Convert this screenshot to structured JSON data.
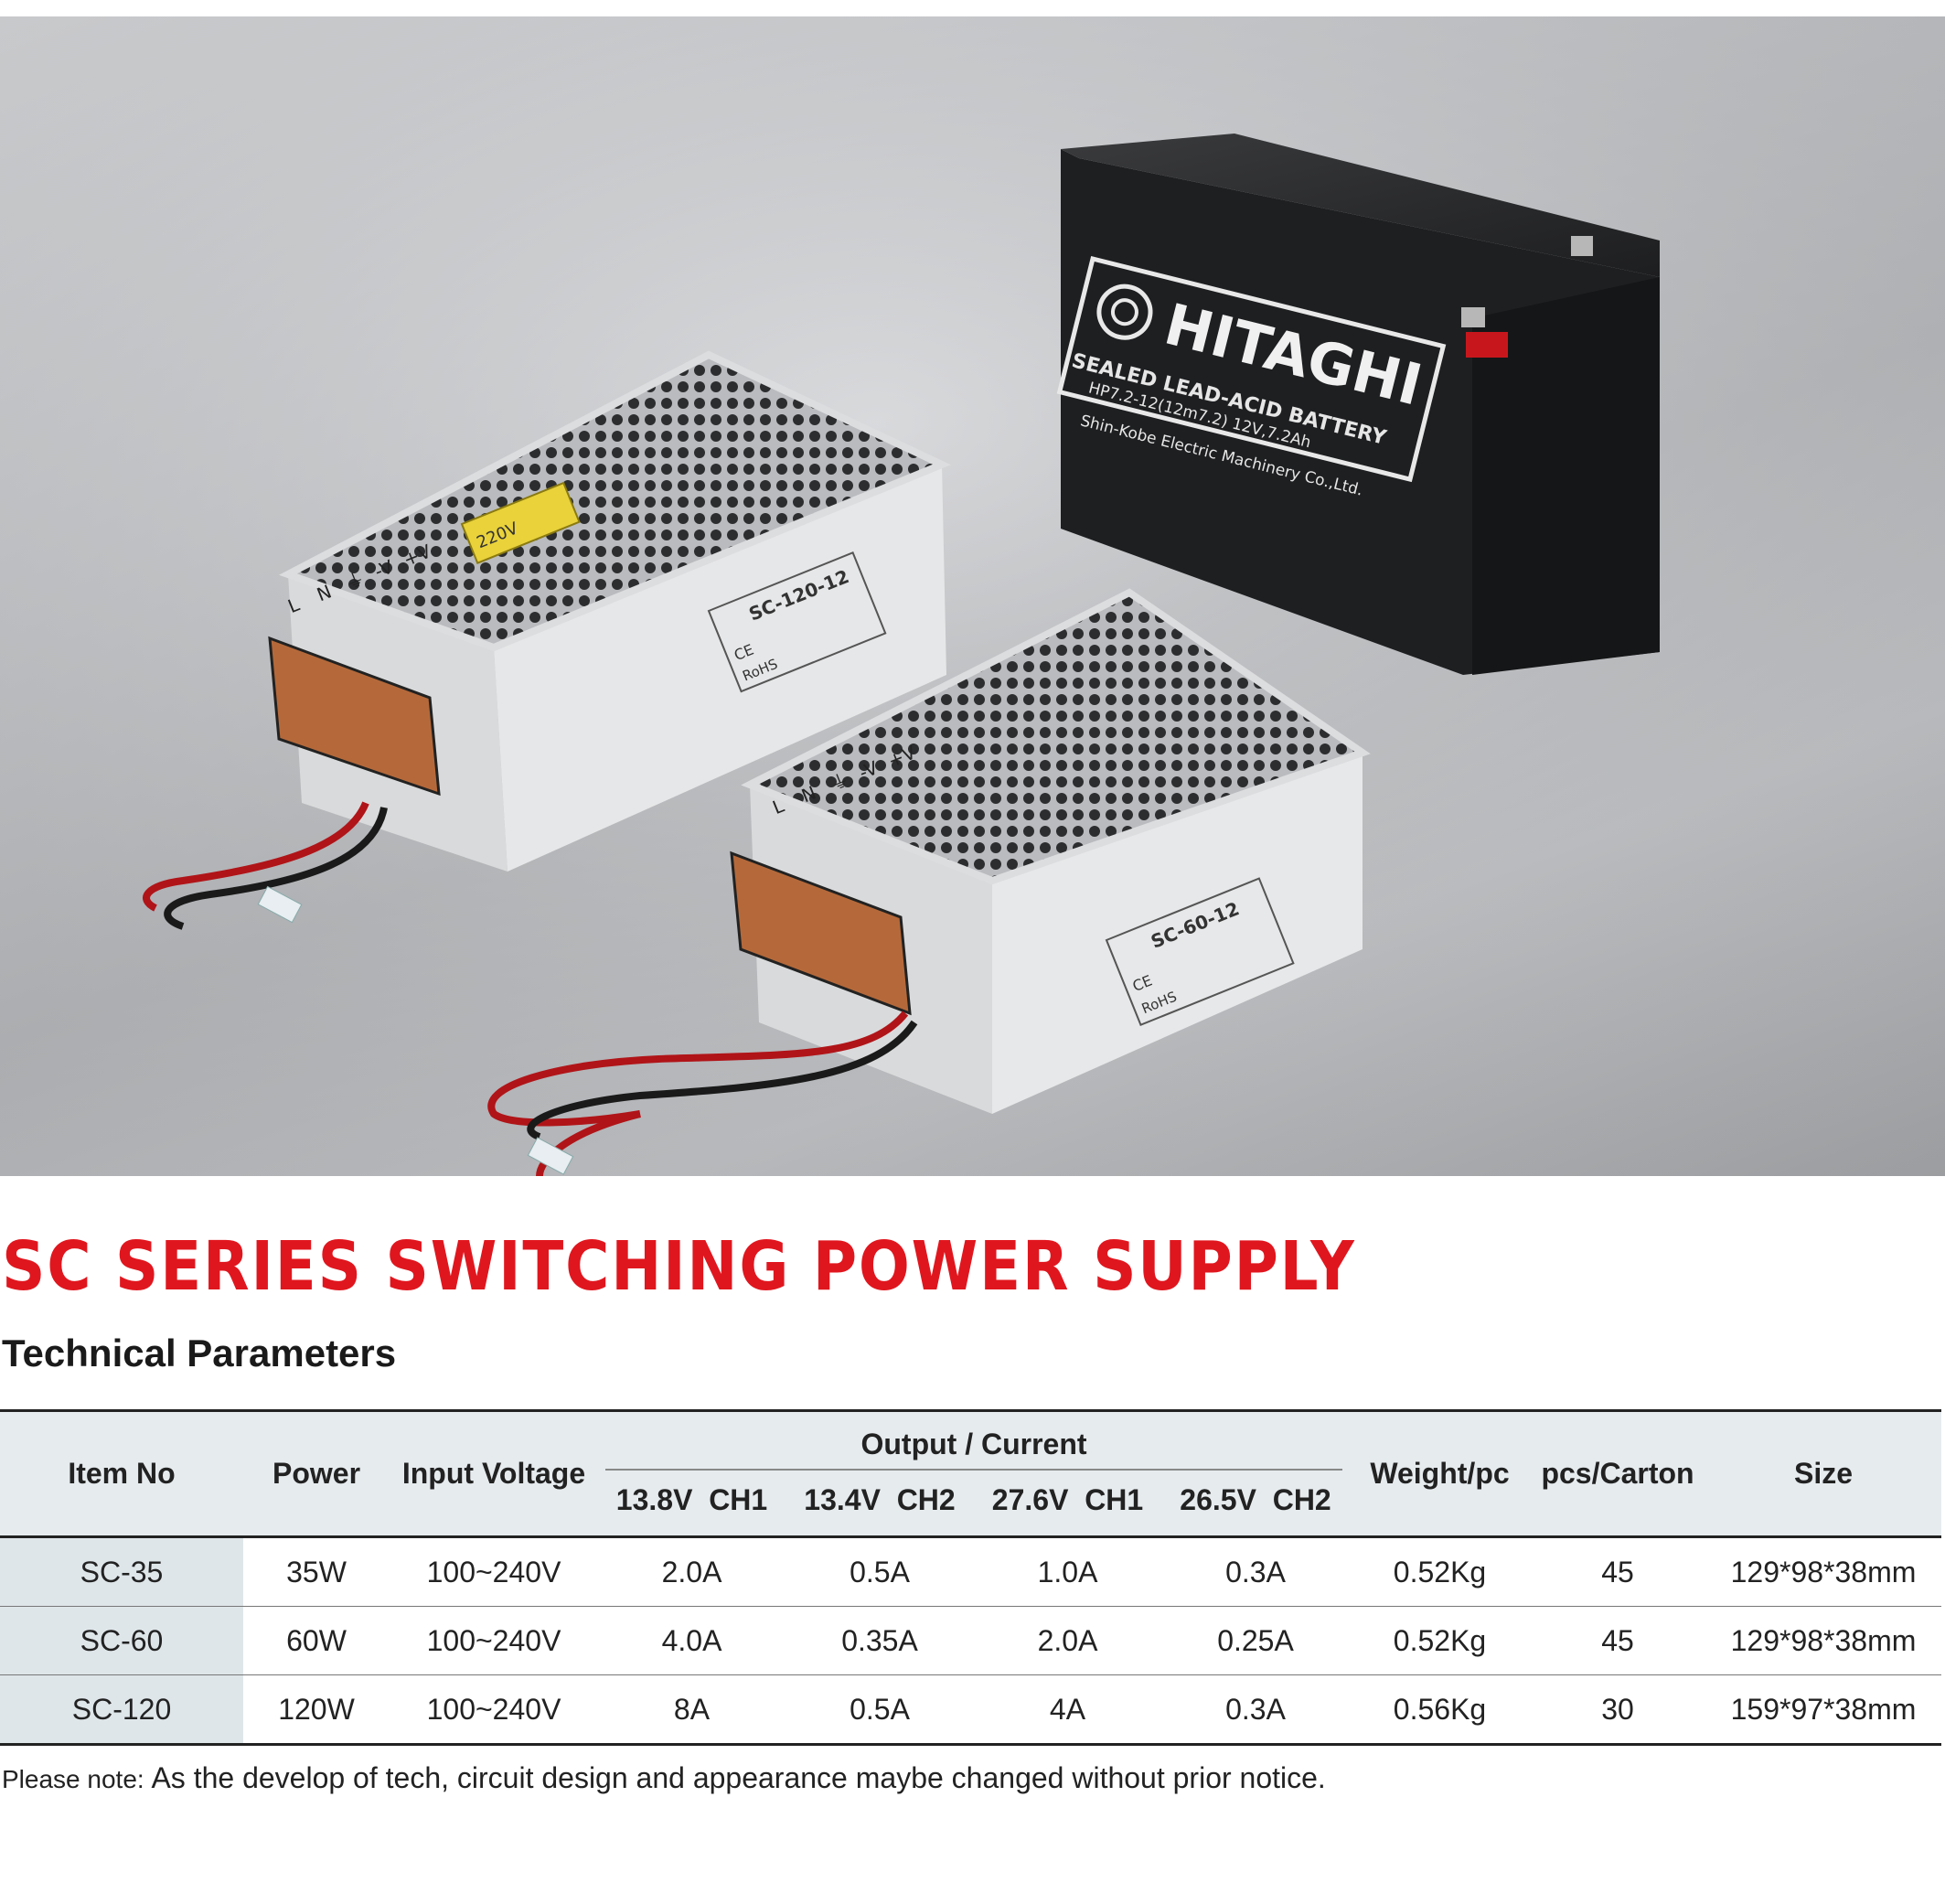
{
  "photo": {
    "battery": {
      "brand": "HITAGHI",
      "line1": "SEALED LEAD-ACID BATTERY",
      "line2": "HP7.2-12(12m7.2) 12V,7.2Ah",
      "line3": "Shin-Kobe Electric Machinery Co.,Ltd."
    },
    "unit_large": {
      "model": "SC-120-12",
      "terminals": [
        "L",
        "N",
        "⏚",
        "-V",
        "+V"
      ],
      "ce": "CE",
      "rohs": "RoHS",
      "sticker": "220V"
    },
    "unit_small": {
      "model": "SC-60-12",
      "terminals": [
        "L",
        "N",
        "⏚",
        "-V",
        "+V"
      ],
      "ce": "CE",
      "rohs": "RoHS"
    }
  },
  "title": "SC SERIES SWITCHING POWER SUPPLY",
  "subtitle": "Technical Parameters",
  "table": {
    "headers": {
      "item_no": "Item No",
      "power": "Power",
      "input_voltage": "Input Voltage",
      "output_current": "Output / Current",
      "ch_13_8": "13.8V  CH1",
      "ch_13_4": "13.4V  CH2",
      "ch_27_6": "27.6V  CH1",
      "ch_26_5": "26.5V  CH2",
      "weight": "Weight/pc",
      "pcs": "pcs/Carton",
      "size": "Size"
    },
    "rows": [
      {
        "item": "SC-35",
        "power": "35W",
        "input": "100~240V",
        "c1": "2.0A",
        "c2": "0.5A",
        "c3": "1.0A",
        "c4": "0.3A",
        "weight": "0.52Kg",
        "pcs": "45",
        "size": "129*98*38mm"
      },
      {
        "item": "SC-60",
        "power": "60W",
        "input": "100~240V",
        "c1": "4.0A",
        "c2": "0.35A",
        "c3": "2.0A",
        "c4": "0.25A",
        "weight": "0.52Kg",
        "pcs": "45",
        "size": "129*98*38mm"
      },
      {
        "item": "SC-120",
        "power": "120W",
        "input": "100~240V",
        "c1": "8A",
        "c2": "0.5A",
        "c3": "4A",
        "c4": "0.3A",
        "weight": "0.56Kg",
        "pcs": "30",
        "size": "159*97*38mm"
      }
    ]
  },
  "note": {
    "label": "Please note: ",
    "text": "As the develop of tech, circuit design and appearance maybe changed without prior notice."
  }
}
